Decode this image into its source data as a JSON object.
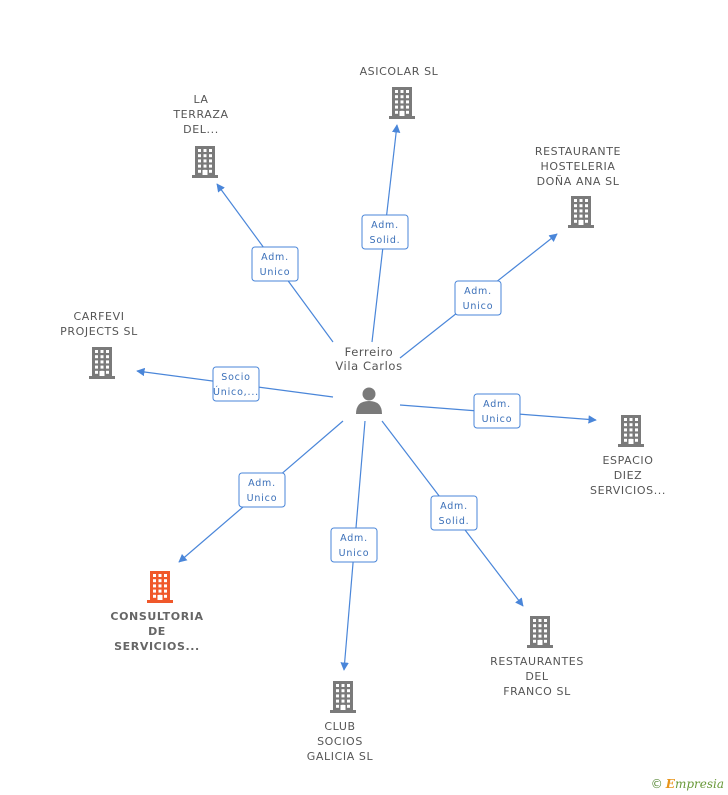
{
  "center": {
    "name_lines": [
      "Ferreiro",
      "Vila Carlos"
    ],
    "icon": "person-icon"
  },
  "nodes": [
    {
      "id": "asicolar",
      "label_lines": [
        "ASICOLAR SL"
      ],
      "icon": "building-icon",
      "highlight": false
    },
    {
      "id": "la-terraza",
      "label_lines": [
        "LA",
        "TERRAZA",
        "DEL..."
      ],
      "icon": "building-icon",
      "highlight": false
    },
    {
      "id": "restaurante-hosteleria",
      "label_lines": [
        "RESTAURANTE",
        "HOSTELERIA",
        "DOÑA ANA SL"
      ],
      "icon": "building-icon",
      "highlight": false
    },
    {
      "id": "carfevi",
      "label_lines": [
        "CARFEVI",
        "PROJECTS SL"
      ],
      "icon": "building-icon",
      "highlight": false
    },
    {
      "id": "espacio-diez",
      "label_lines": [
        "ESPACIO",
        "DIEZ",
        "SERVICIOS..."
      ],
      "icon": "building-icon",
      "highlight": false
    },
    {
      "id": "consultoria",
      "label_lines": [
        "CONSULTORIA",
        "DE",
        "SERVICIOS..."
      ],
      "icon": "building-icon",
      "highlight": true
    },
    {
      "id": "club-socios",
      "label_lines": [
        "CLUB",
        "SOCIOS",
        "GALICIA SL"
      ],
      "icon": "building-icon",
      "highlight": false
    },
    {
      "id": "restaurantes-franco",
      "label_lines": [
        "RESTAURANTES",
        "DEL",
        "FRANCO SL"
      ],
      "icon": "building-icon",
      "highlight": false
    }
  ],
  "edges": [
    {
      "to": "asicolar",
      "role_lines": [
        "Adm.",
        "Solid."
      ]
    },
    {
      "to": "la-terraza",
      "role_lines": [
        "Adm.",
        "Unico"
      ]
    },
    {
      "to": "restaurante-hosteleria",
      "role_lines": [
        "Adm.",
        "Unico"
      ]
    },
    {
      "to": "carfevi",
      "role_lines": [
        "Socio",
        "Único,..."
      ]
    },
    {
      "to": "espacio-diez",
      "role_lines": [
        "Adm.",
        "Unico"
      ]
    },
    {
      "to": "consultoria",
      "role_lines": [
        "Adm.",
        "Unico"
      ]
    },
    {
      "to": "club-socios",
      "role_lines": [
        "Adm.",
        "Unico"
      ]
    },
    {
      "to": "restaurantes-franco",
      "role_lines": [
        "Adm.",
        "Solid."
      ]
    }
  ],
  "colors": {
    "building": "#7a7a7a",
    "building_highlight": "#f0582a",
    "person": "#7a7a7a",
    "edge": "#4a86d9"
  },
  "footer": {
    "copyright_symbol": "©",
    "brand_first": "E",
    "brand_rest": "mpresia"
  }
}
